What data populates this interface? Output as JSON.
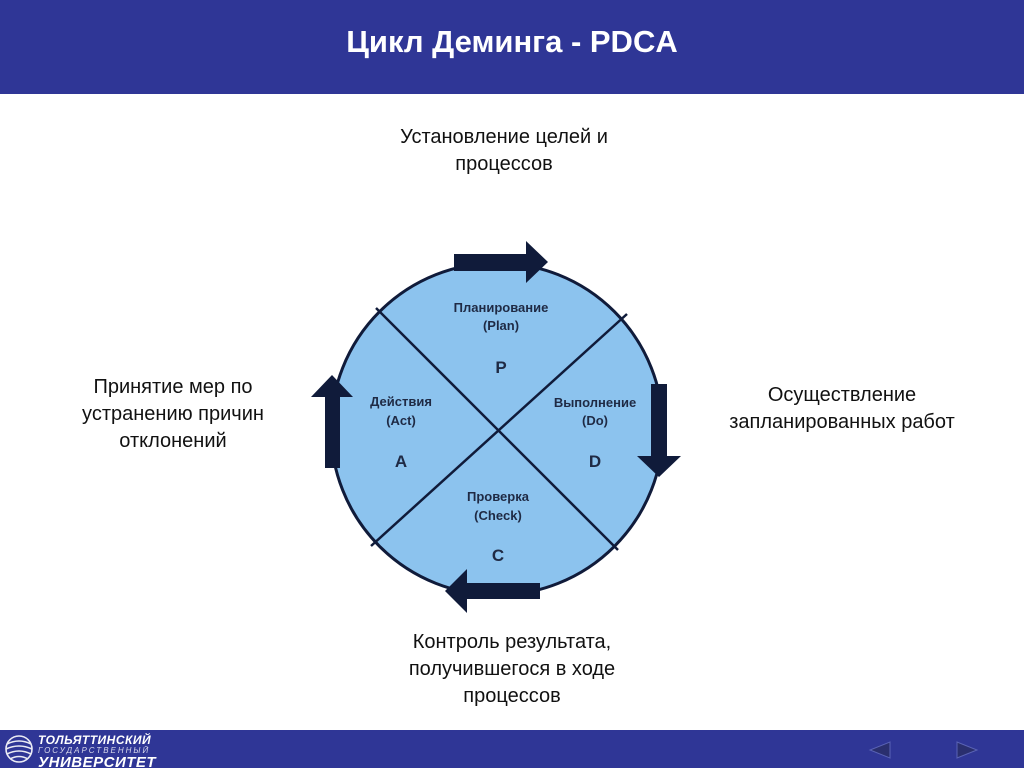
{
  "header": {
    "title": "Цикл Деминга - PDCA"
  },
  "captions": {
    "top": "Установление целей и процессов",
    "right": "Осуществление запланированных работ",
    "left": "Принятие мер по устранению причин отклонений",
    "bottom": "Контроль результата, получившегося в ходе процессов"
  },
  "quadrants": {
    "plan": {
      "label": "Планирование",
      "sub": "(Plan)",
      "letter": "P"
    },
    "do": {
      "label": "Выполнение",
      "sub": "(Do)",
      "letter": "D"
    },
    "check": {
      "label": "Проверка",
      "sub": "(Check)",
      "letter": "C"
    },
    "act": {
      "label": "Действия",
      "sub": "(Act)",
      "letter": "A"
    }
  },
  "footer": {
    "logo_line1": "ТОЛЬЯТТИНСКИЙ",
    "logo_line2": "ГОСУДАРСТВЕННЫЙ",
    "logo_line3": "УНИВЕРСИТЕТ"
  },
  "colors": {
    "header_bg": "#2f3696",
    "circle_fill": "#8cc3ee",
    "arrow": "#101b3a"
  }
}
